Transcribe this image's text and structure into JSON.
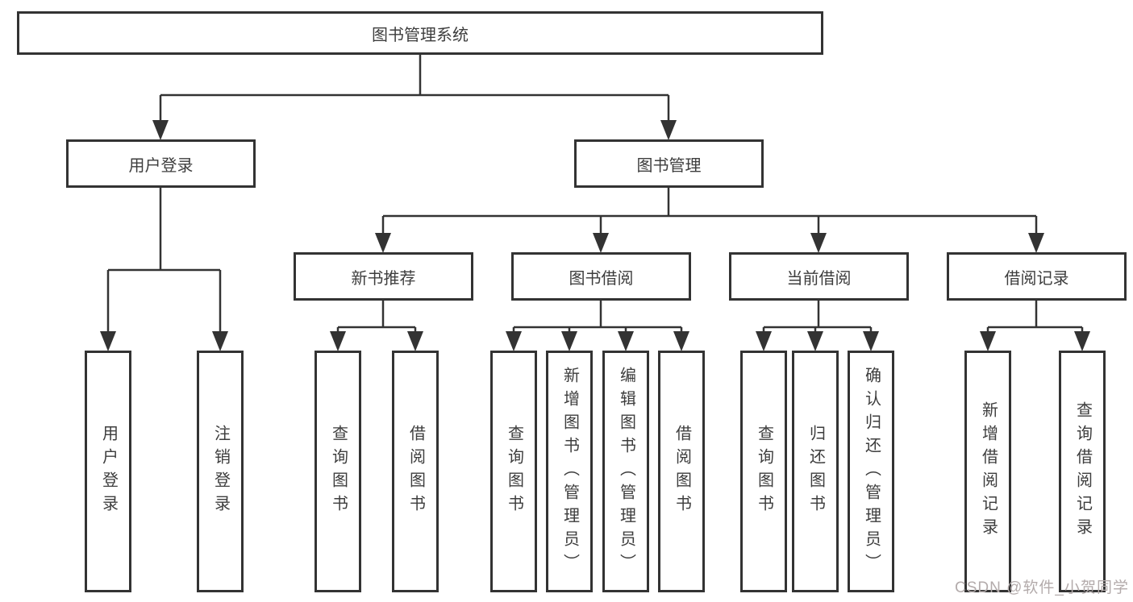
{
  "diagram": {
    "root": {
      "label": "图书管理系统"
    },
    "level2": {
      "userLogin": {
        "label": "用户登录",
        "children": [
          {
            "label": "用户登录"
          },
          {
            "label": "注销登录"
          }
        ]
      },
      "bookMgmt": {
        "label": "图书管理"
      }
    },
    "level3": {
      "newBookRec": {
        "label": "新书推荐",
        "children": [
          {
            "label": "查询图书"
          },
          {
            "label": "借阅图书"
          }
        ]
      },
      "bookBorrow": {
        "label": "图书借阅",
        "children": [
          {
            "label": "查询图书"
          },
          {
            "label": "新增图书（管理员）"
          },
          {
            "label": "编辑图书（管理员）"
          },
          {
            "label": "借阅图书"
          }
        ]
      },
      "currentBorrow": {
        "label": "当前借阅",
        "children": [
          {
            "label": "查询图书"
          },
          {
            "label": "归还图书"
          },
          {
            "label": "确认归还（管理员）"
          }
        ]
      },
      "borrowRecords": {
        "label": "借阅记录",
        "children": [
          {
            "label": "新增借阅记录"
          },
          {
            "label": "查询借阅记录"
          }
        ]
      }
    }
  },
  "watermark": {
    "text": "CSDN @软件_小贺同学",
    "color": "#b3abab"
  },
  "colors": {
    "border": "#333333",
    "line": "#333333",
    "text": "#3d3d3d",
    "background": "#ffffff"
  }
}
